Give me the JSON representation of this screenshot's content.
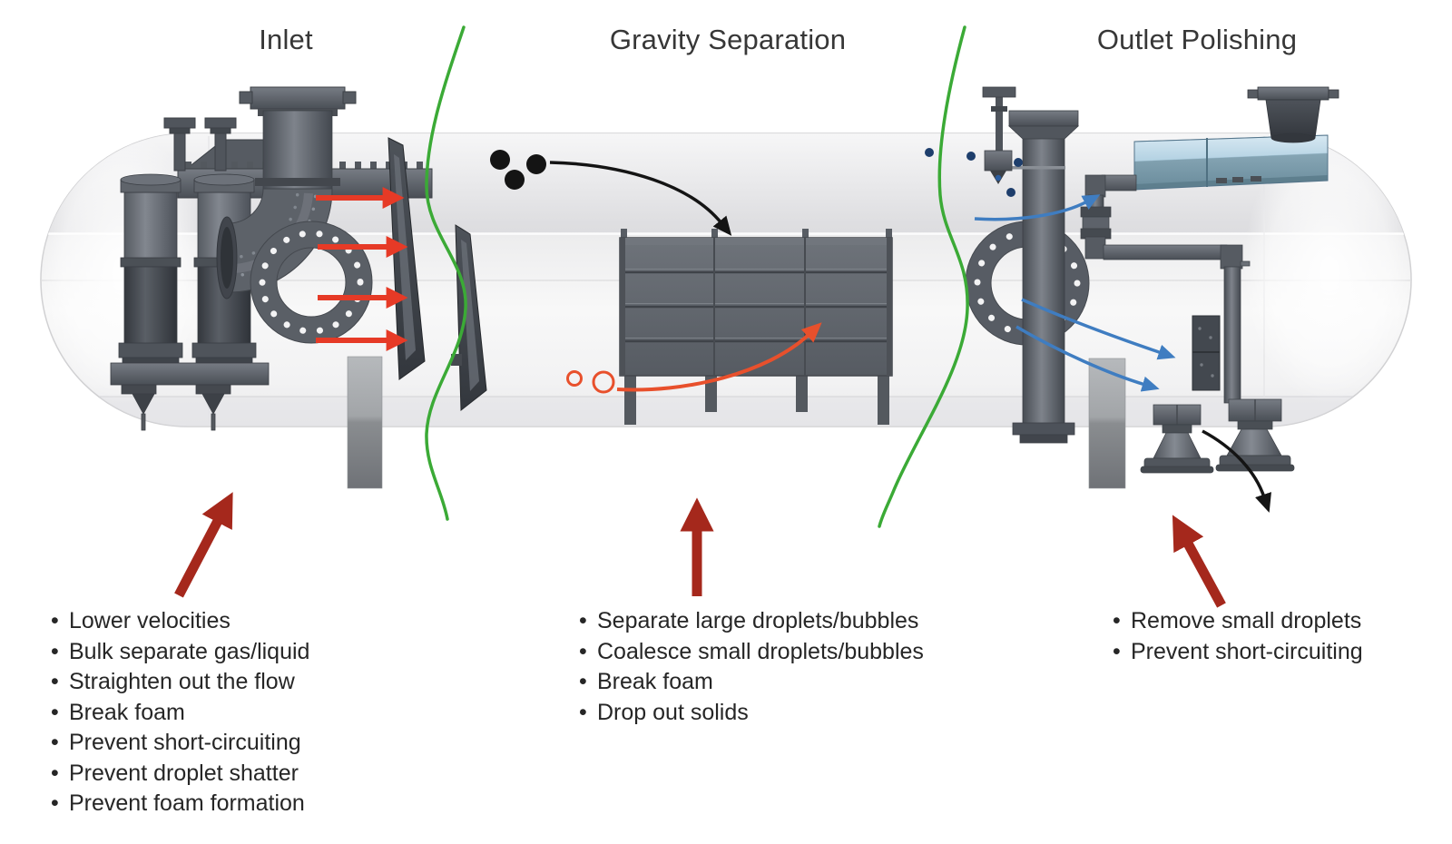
{
  "sections": {
    "inlet": {
      "title": "Inlet",
      "items": [
        "Lower velocities",
        "Bulk separate gas/liquid",
        "Straighten out the flow",
        "Break foam",
        "Prevent short-circuiting",
        "Prevent droplet shatter",
        "Prevent foam formation"
      ]
    },
    "gravity": {
      "title": "Gravity Separation",
      "items": [
        "Separate large droplets/bubbles",
        "Coalesce small droplets/bubbles",
        "Break foam",
        "Drop out solids"
      ]
    },
    "outlet": {
      "title": "Outlet Polishing",
      "items": [
        "Remove small droplets",
        "Prevent short-circuiting"
      ]
    }
  },
  "glyphs": {
    "bullet": "•"
  },
  "colors": {
    "inlet_flow_arrow_red": "#e63a26",
    "pointer_arrow_dark_red": "#a5281c",
    "zone_divider_green": "#3baa36",
    "gas_flow_blue": "#3f7dc1",
    "liquid_flow_orange": "#e8502c",
    "droplet_black": "#141414",
    "vessel_gray": "#f0f0f1",
    "internals_gray": "#565b63",
    "mist_extractor_blue": "#c3dcea"
  }
}
